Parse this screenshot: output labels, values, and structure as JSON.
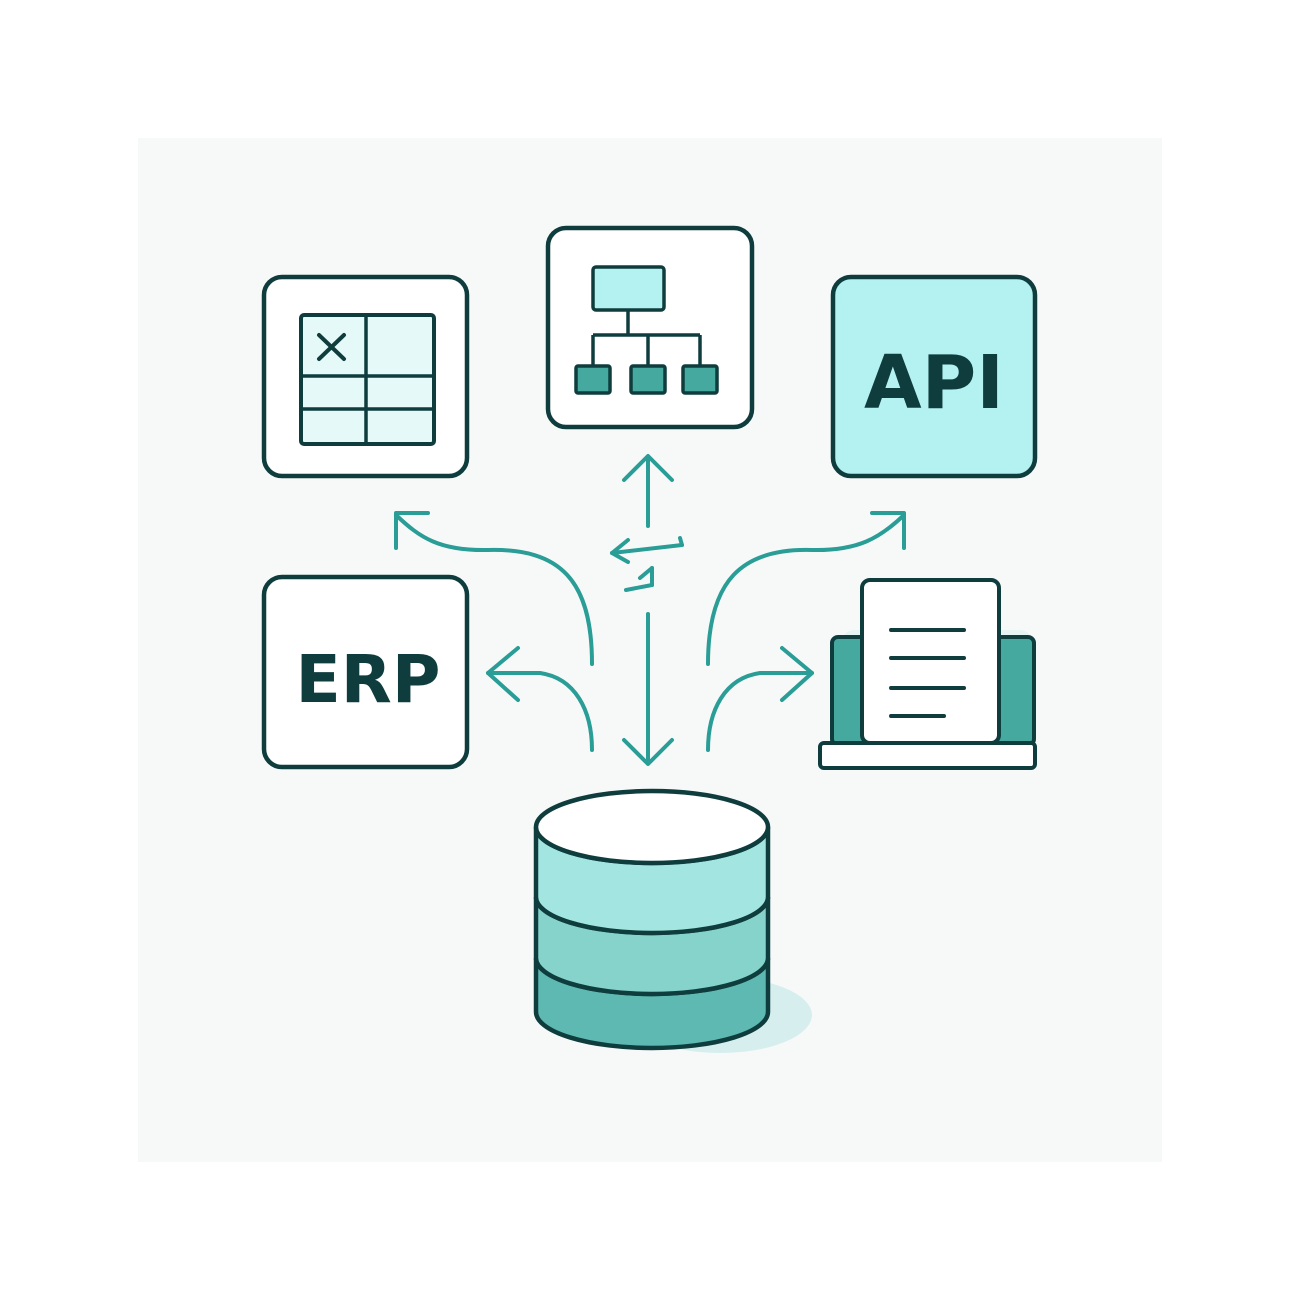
{
  "diagram": {
    "center_node": {
      "name": "database-icon"
    },
    "nodes": [
      {
        "name": "spreadsheet-icon"
      },
      {
        "name": "hierarchy-icon"
      },
      {
        "name": "api-box",
        "label": "API"
      },
      {
        "name": "erp-box",
        "label": "ERP"
      },
      {
        "name": "laptop-document-icon"
      }
    ],
    "colors": {
      "outline": "#0f3d3e",
      "arrow": "#2a9d96",
      "fill_light": "#e6f9f9",
      "fill_cyan": "#b4f1f1",
      "fill_teal": "#45a9a0",
      "db_layer_1": "#a3e6e1",
      "db_layer_2": "#86d3cc",
      "db_layer_3": "#5db9b1",
      "panel_bg": "#f7f9f9"
    }
  }
}
